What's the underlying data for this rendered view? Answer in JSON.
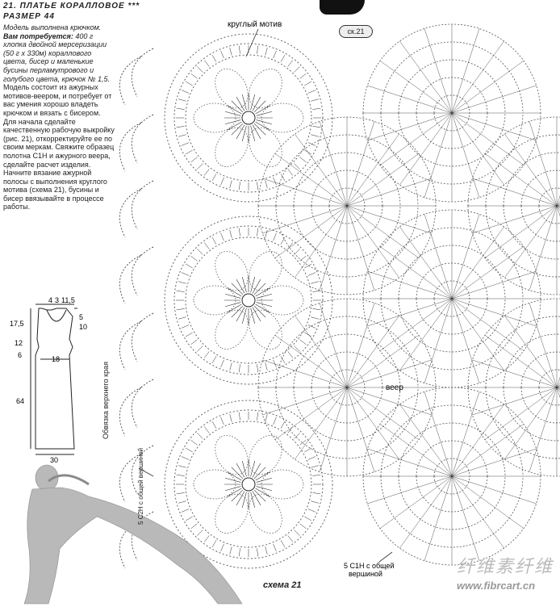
{
  "header": {
    "title": "21. ПЛАТЬЕ КОРАЛЛОВОЕ",
    "stars": "***",
    "size_line": "РАЗМЕР 44"
  },
  "description": {
    "line1": "Модель выполнена крючком.",
    "needs_label": "Вам потребуется:",
    "needs_text": "400 г хлопка двойной мерсеризации (50 г х 330м) кораллового цвета, бисер и маленькие бусины перламутрового и голубого цвета, крючок № 1,5.",
    "body": "Модель состоит из ажурных мотивов-веером, и потребует от вас умения хорошо владеть крючком и вязать с бисером. Для начала сделайте качественную рабочую выкройку (рис. 21), откорректируйте ее по своим меркам. Свяжите образец полотна С1Н и ажурного веера, сделайте расчет изделия. Начните вязание ажурной полосы с выполнения круглого мотива (схема 21), бусины и бисер ввязывайте в процессе работы."
  },
  "labels": {
    "round_motif": "круглый мотив",
    "fig_badge": "ск.21",
    "edge_binding": "Обвязка верхнего края",
    "fan": "веер",
    "c2h_note": "5 С2Н с общей вершиной",
    "c1h_note_1": "5 С1Н с общей",
    "c1h_note_2": "вершиной",
    "schema": "схема 21",
    "watermark_cn": "纤维素纤维",
    "watermark_url": "www.fibrcart.cn"
  },
  "pattern_dims": {
    "top_a": "4",
    "top_b": "3",
    "top_c": "11,5",
    "left_1": "17,5",
    "left_2": "12",
    "left_3": "6",
    "left_4": "64",
    "right_1": "5",
    "right_2": "10",
    "waist": "18",
    "bottom": "30"
  },
  "colors": {
    "ink": "#2a2a2a",
    "paper": "#ffffff",
    "dots": "#555555"
  }
}
